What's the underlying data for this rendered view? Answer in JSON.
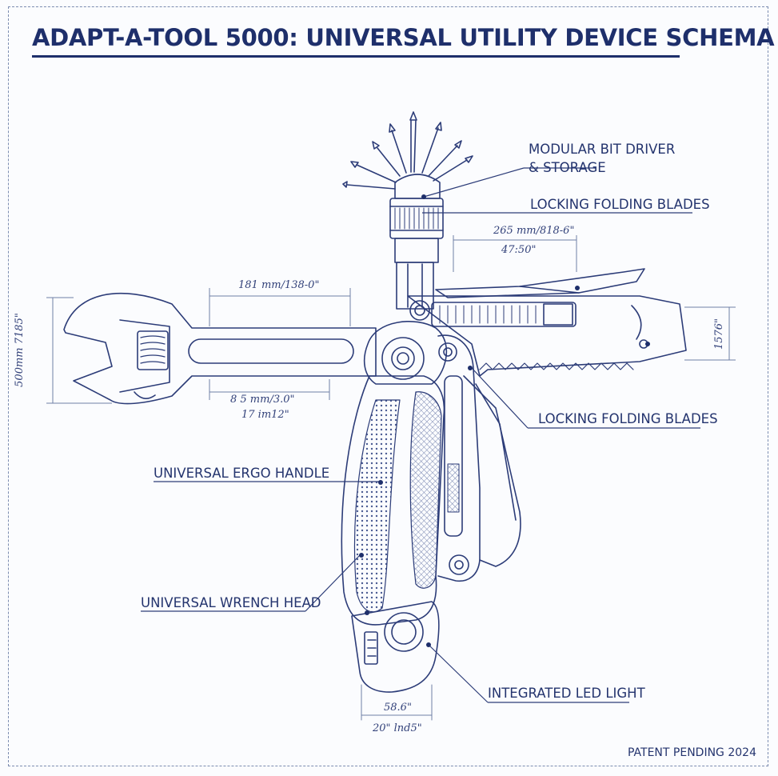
{
  "title": "ADAPT-A-TOOL 5000: UNIVERSAL UTILITY DEVICE SCHEMA",
  "callouts": {
    "bit_driver_line1": "MODULAR BIT DRIVER",
    "bit_driver_line2": "& STORAGE",
    "blades_top": "LOCKING FOLDING BLADES",
    "blades_right": "LOCKING FOLDING BLADES",
    "ergo_handle": "UNIVERSAL ERGO HANDLE",
    "wrench_head": "UNIVERSAL WRENCH HEAD",
    "led_light": "INTEGRATED LED LIGHT"
  },
  "dimensions": {
    "blade_top_a": "265 mm/818-6\"",
    "blade_top_b": "47:50\"",
    "wrench_top": "181 mm/138-0\"",
    "wrench_bottom_a": "8 5 mm/3.0\"",
    "wrench_bottom_b": "17 im12\"",
    "left_height": "500mm 7185\"",
    "right_height": "1576\"",
    "base_a": "58.6\"",
    "base_b": "20\" lnd5\""
  },
  "footer": "PATENT PENDING 2024",
  "colors": {
    "ink": "#1e2f6b",
    "line": "#2c3c78",
    "dim_line": "#6f7fa6",
    "frame": "#7b8cb0",
    "paper": "#fbfcfe"
  }
}
